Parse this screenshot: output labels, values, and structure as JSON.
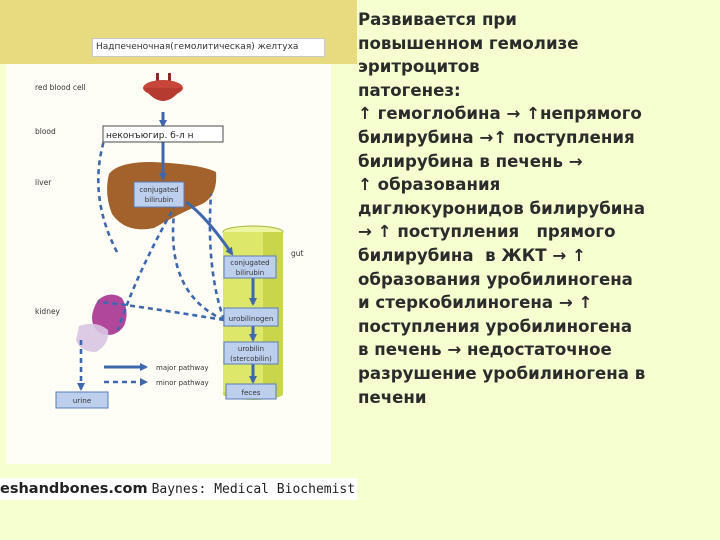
{
  "colors": {
    "top_band": "#e8da7e",
    "page_background": "#f5ffd0",
    "gut_column": "#dde86a",
    "organ_red": "#c8453a",
    "liver_brown": "#a3622b",
    "kidney_purple": "#b0479a",
    "arrow_blue": "#3f67ad",
    "box_fill": "#bcd0ee"
  },
  "diagram": {
    "title": "Надпеченочная(гемолитическая) желтуха",
    "row_labels": {
      "red_blood_cell": "red blood cell",
      "blood": "blood",
      "liver": "liver",
      "kidney": "kidney",
      "gut": "gut"
    },
    "boxes": {
      "unconjugated_bilirubin": "неконъюгир. б-л н",
      "conjugated_bilirubin_liver": [
        "conjugated",
        "bilirubin"
      ],
      "conjugated_bilirubin_gut": [
        "conjugated",
        "bilirubin"
      ],
      "urobilinogen": "urobilinogen",
      "urobilin_stercobilin": [
        "urobilin",
        "(stercobilin)"
      ],
      "feces": "feces",
      "urine": "urine"
    },
    "legend": {
      "major": "major pathway",
      "minor": "minor pathway"
    }
  },
  "credit": {
    "source": "eshandbones.com",
    "reference": "Baynes: Medical Biochemistr"
  },
  "body_text_lines": [
    "Развивается при",
    "повышенном гемолизе",
    "эритроцитов",
    "патогенез:",
    "↑ гемоглобина → ↑непрямого",
    "билирубина →↑ поступления",
    "билирубина в печень →",
    "↑ образования",
    "диглюкуронидов билирубина",
    "→ ↑ поступления   прямого",
    "билирубина  в ЖКТ → ↑",
    "образования уробилиногена",
    "и стеркобилиногена → ↑",
    "поступления уробилиногена",
    "в печень → недостаточное",
    "разрушение уробилиногена в",
    "печени"
  ]
}
